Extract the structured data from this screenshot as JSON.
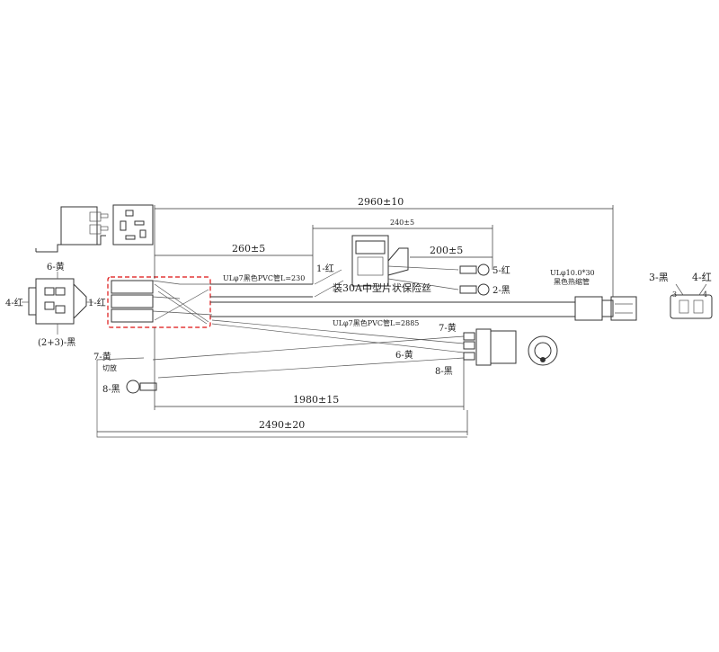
{
  "dimensions": {
    "overall": "2960±10",
    "fuse_lead": "240±5",
    "pvc_start": "260±5",
    "fuse_to_ring": "200±5",
    "switch_branch": "1980±15",
    "total_ground": "2490±20"
  },
  "annotations": {
    "pvc_short": "ULφ7黑色PVC管L=230",
    "pvc_long": "ULφ7黑色PVC管L=2885",
    "fuse_note": "装30A中型片状保险丝",
    "heat_shrink_1": "ULφ10.0*30",
    "heat_shrink_2": "黑色热缩管",
    "cut_note": "切放"
  },
  "wire_labels": {
    "relay_6": "6-黄",
    "relay_4": "4-红",
    "relay_1": "1-红",
    "relay_23": "(2+3)-黑",
    "fuse_1": "1-红",
    "ring_5": "5-红",
    "ring_2": "2-黑",
    "conn_3": "3-黑",
    "conn_4": "4-红",
    "sw_7a": "7-黄",
    "sw_6": "6-黄",
    "sw_8": "8-黑",
    "left_7": "7-黄",
    "left_8": "8-黑"
  },
  "connector_pins": {
    "pin_3": "3",
    "pin_4": "4"
  }
}
